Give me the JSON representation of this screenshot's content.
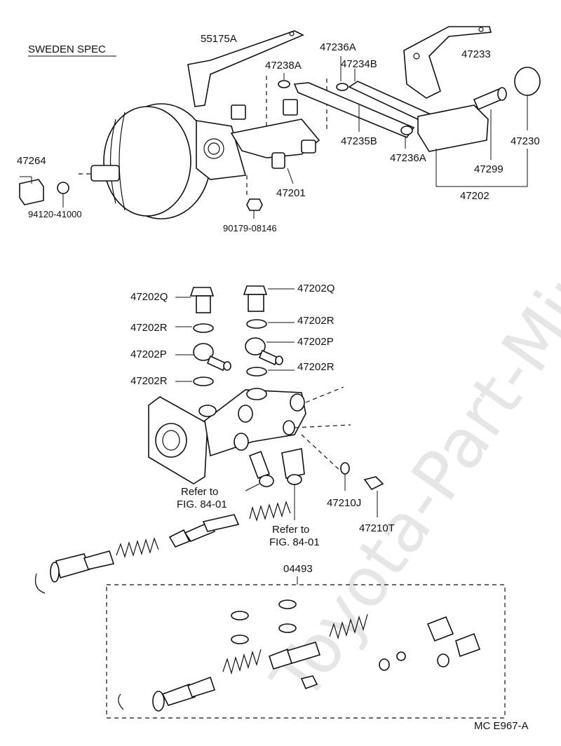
{
  "watermark": "Toyota-Part-Mine.ru",
  "spec_label": "SWEDEN SPEC",
  "footer_code": "MC  E967-A",
  "kit_label": "04493",
  "upper_parts": {
    "bracket": "55175A",
    "clip_left": "47238A",
    "clip_top": "47236A",
    "hose_upper": "47234B",
    "hose_lower": "47235B",
    "clip_lower": "47236A",
    "reservoir_bracket": "47233",
    "cap": "47230",
    "grommet": "47299",
    "reservoir": "47202",
    "master_cylinder": "47201",
    "pin": "47264",
    "nut_code": "94120-41000",
    "bolt_code": "90179-08146"
  },
  "lower_parts": {
    "plug_left": "47202Q",
    "plug_right": "47202Q",
    "gasket_left_top": "47202R",
    "gasket_right_top": "47202R",
    "union_left": "47202P",
    "union_right": "47202P",
    "gasket_right_mid": "47202R",
    "gasket_left_bottom": "47202R",
    "ring": "47210J",
    "stopper_bolt": "47210T",
    "refer_left_line1": "Refer to",
    "refer_left_line2": "FIG. 84-01",
    "refer_right_line1": "Refer to",
    "refer_right_line2": "FIG. 84-01"
  }
}
